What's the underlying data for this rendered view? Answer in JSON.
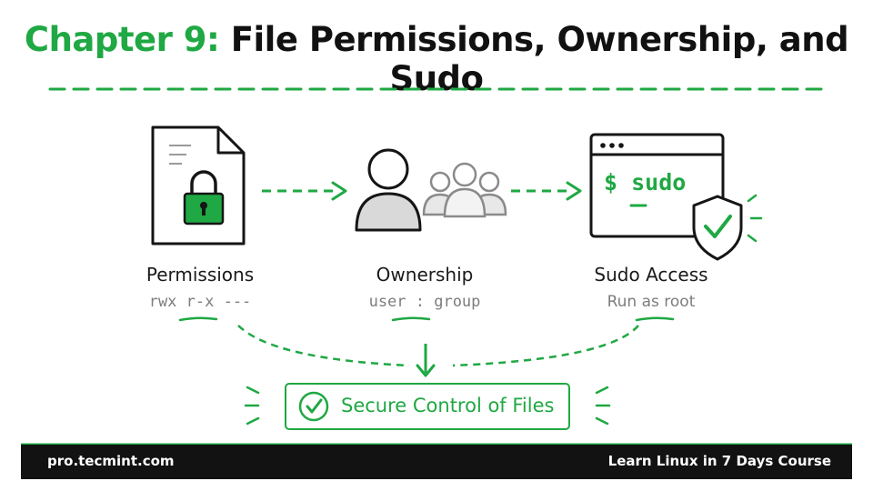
{
  "title": {
    "prefix": "Chapter 9:",
    "main": "File Permissions, Ownership, and Sudo"
  },
  "nodes": [
    {
      "label": "Permissions",
      "sublabel": "rwx r-x ---",
      "icon": "locked-file-icon"
    },
    {
      "label": "Ownership",
      "sublabel": "user : group",
      "icon": "users-icon"
    },
    {
      "label": "Sudo Access",
      "sublabel": "Run as root",
      "icon": "terminal-shield-icon"
    }
  ],
  "terminal": {
    "command": "$ sudo"
  },
  "result": {
    "label": "Secure Control of Files",
    "icon": "check-circle-icon"
  },
  "footer": {
    "left": "pro.tecmint.com",
    "right": "Learn Linux in 7 Days Course"
  },
  "colors": {
    "accent": "#1fa843",
    "ink": "#1a1a1a",
    "muted": "#7d7d7d",
    "footer_bg": "#121212"
  }
}
